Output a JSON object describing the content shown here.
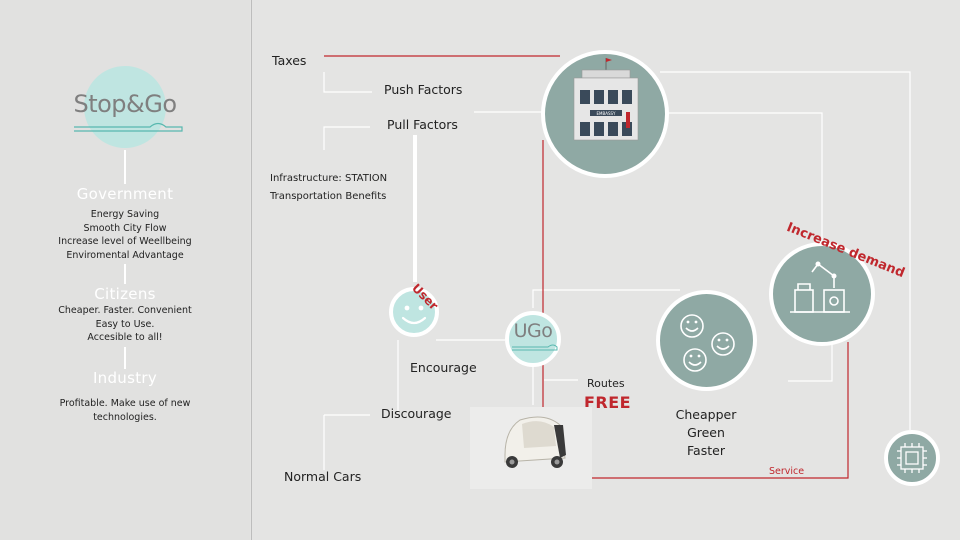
{
  "brand": {
    "logo_text": "Stop&Go"
  },
  "sidebar": {
    "sections": [
      {
        "title": "Government",
        "lines": [
          "Energy Saving",
          "Smooth City Flow",
          "Increase level of Weellbeing",
          "Enviromental Advantage"
        ]
      },
      {
        "title": "Citizens",
        "lines": [
          "Cheaper. Faster. Convenient",
          "Easy to Use.",
          "Accesible to all!"
        ]
      },
      {
        "title": "Industry",
        "lines": [
          "Profitable.  Make use of new",
          "technologies."
        ]
      }
    ]
  },
  "diagram": {
    "taxes": "Taxes",
    "push_factors": "Push Factors",
    "pull_factors": "Pull Factors",
    "infrastructure": "Infrastructure: STATION",
    "transport_benefits": "Transportation Benefits",
    "user_label": "User",
    "encourage": "Encourage",
    "discourage": "Discourage",
    "normal_cars": "Normal Cars",
    "ugo_logo": "UGo",
    "routes": "Routes",
    "free": "FREE",
    "benefits": [
      "Cheapper",
      "Green",
      "Faster"
    ],
    "increase_demand": "Increase demand",
    "service": "Service",
    "dollar": "$",
    "embassy_sign": "EMBASSY"
  },
  "colors": {
    "accent_red": "#c0272d",
    "teal": "#8fa9a4",
    "light_teal": "#bfe5e1",
    "background": "#e4e4e3"
  }
}
